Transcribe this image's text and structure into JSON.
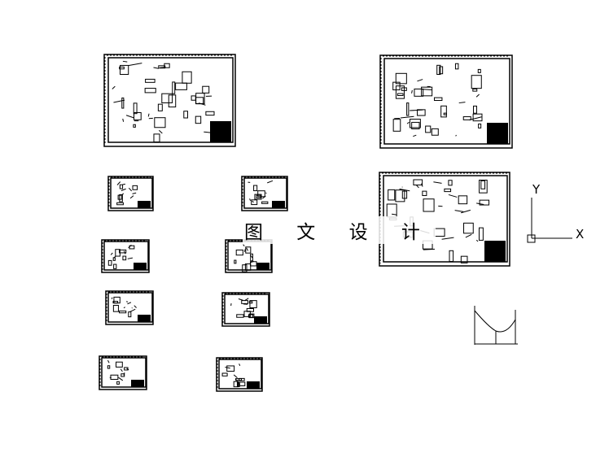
{
  "watermark": "图 文 设 计",
  "ucs_icon": {
    "x_label": "X",
    "y_label": "Y"
  },
  "sheets": [
    {
      "id": "assembly-sheet-1",
      "size": "large"
    },
    {
      "id": "assembly-sheet-2",
      "size": "large"
    },
    {
      "id": "assembly-sheet-3",
      "size": "large"
    },
    {
      "id": "part-sheet-1",
      "size": "small"
    },
    {
      "id": "part-sheet-2",
      "size": "small"
    },
    {
      "id": "part-sheet-3",
      "size": "small"
    },
    {
      "id": "part-sheet-4",
      "size": "small"
    },
    {
      "id": "part-sheet-5",
      "size": "small"
    },
    {
      "id": "part-sheet-6",
      "size": "small"
    },
    {
      "id": "part-sheet-7",
      "size": "small"
    },
    {
      "id": "part-sheet-8",
      "size": "small"
    }
  ],
  "colors": {
    "background": "#ffffff",
    "lines": "#000000"
  }
}
